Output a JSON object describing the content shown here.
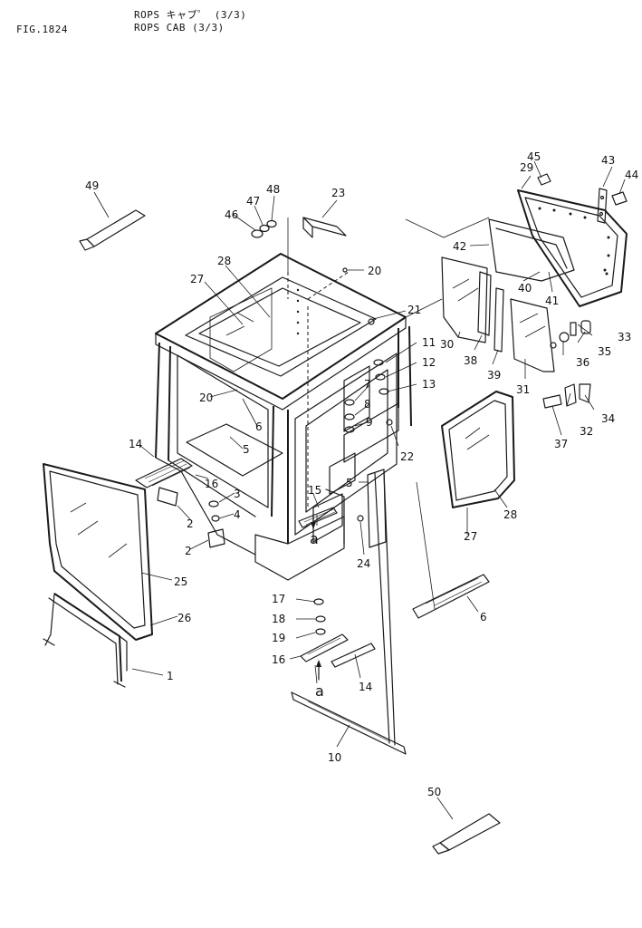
{
  "header": {
    "fig_label": "FIG.1824",
    "title_jp": "ROPS キャブ゜ (3/3)",
    "title_en": "ROPS CAB (3/3)"
  },
  "diagram": {
    "type": "exploded-parts-diagram",
    "reference_mark": "a",
    "callouts": [
      "1",
      "2",
      "3",
      "4",
      "5",
      "6",
      "7",
      "8",
      "9",
      "10",
      "11",
      "12",
      "13",
      "14",
      "15",
      "16",
      "17",
      "18",
      "19",
      "20",
      "21",
      "22",
      "23",
      "24",
      "25",
      "26",
      "27",
      "28",
      "29",
      "30",
      "31",
      "32",
      "33",
      "34",
      "35",
      "36",
      "37",
      "38",
      "39",
      "40",
      "41",
      "42",
      "43",
      "44",
      "45",
      "46",
      "47",
      "48",
      "49",
      "50"
    ]
  }
}
